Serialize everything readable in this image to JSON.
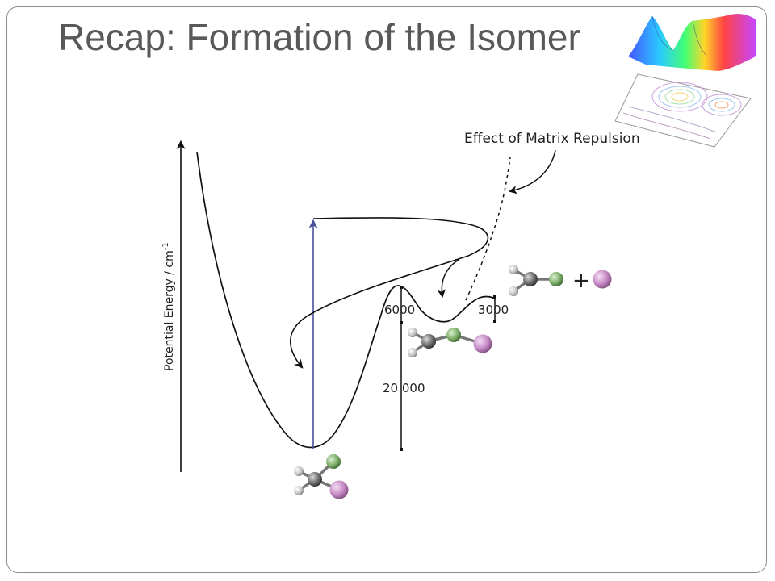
{
  "slide": {
    "title": "Recap: Formation of the Isomer"
  },
  "diagram": {
    "y_axis_label": "Potential Energy / cm",
    "y_axis_label_superscript": "-1",
    "matrix_label": "Effect of Matrix Repulsion",
    "energy_labels": {
      "barrier": "6000",
      "well_depth": "20 000",
      "dissociation": "3000"
    },
    "plus_sign": "+",
    "colors": {
      "curve": "#111111",
      "excitation_arrow": "#4a4f9a",
      "atom_carbon": "#6e6e6e",
      "atom_hydrogen": "#bdbdbd",
      "atom_green": "#7fae6a",
      "atom_purple": "#c589c5",
      "title_text": "#595959"
    },
    "atoms": {
      "carbon": "carbon-atom",
      "hydrogen": "hydrogen-atom",
      "green": "green-atom",
      "purple": "purple-atom"
    }
  }
}
